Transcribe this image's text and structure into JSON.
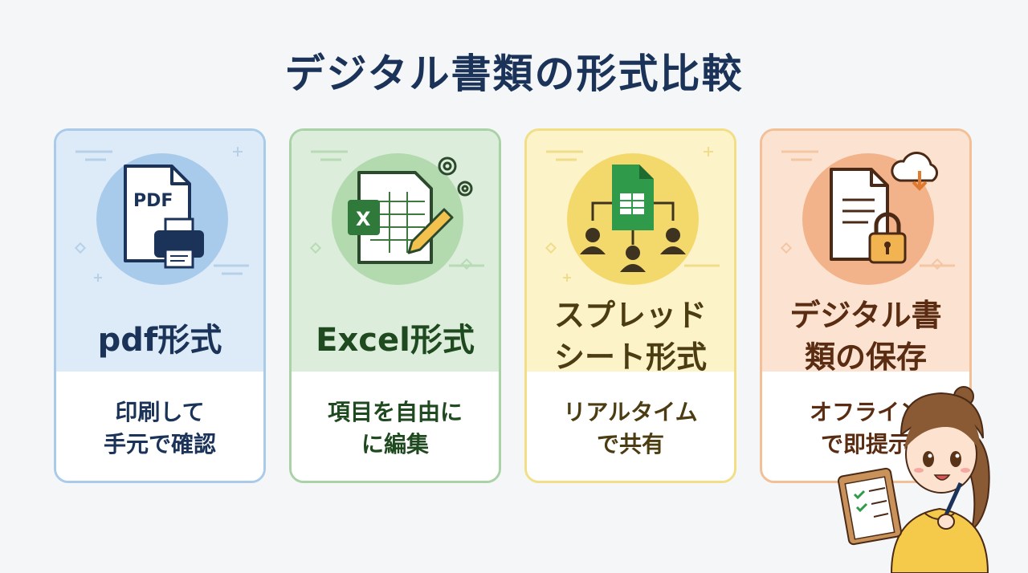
{
  "title": "デジタル書類の形式比較",
  "cards": [
    {
      "name_lines": [
        "pdf形式"
      ],
      "desc_lines": [
        "印刷して",
        "手元で確認"
      ],
      "icon": "pdf-printer-icon",
      "color": "#1b3358"
    },
    {
      "name_lines": [
        "Excel形式"
      ],
      "desc_lines": [
        "項目を自由に",
        "に編集"
      ],
      "icon": "excel-sheet-icon",
      "color": "#1f4a20"
    },
    {
      "name_lines": [
        "スプレッド",
        "シート形式"
      ],
      "desc_lines": [
        "リアルタイム",
        "で共有"
      ],
      "icon": "shared-spreadsheet-icon",
      "color": "#4b3c12"
    },
    {
      "name_lines": [
        "デジタル書",
        "類の保存"
      ],
      "desc_lines": [
        "オフライン",
        "で即提示"
      ],
      "icon": "locked-document-icon",
      "color": "#5a2c12"
    }
  ],
  "icon_labels": {
    "pdf": "PDF",
    "excel": "X"
  },
  "character": {
    "icon": "girl-with-clipboard-icon"
  }
}
